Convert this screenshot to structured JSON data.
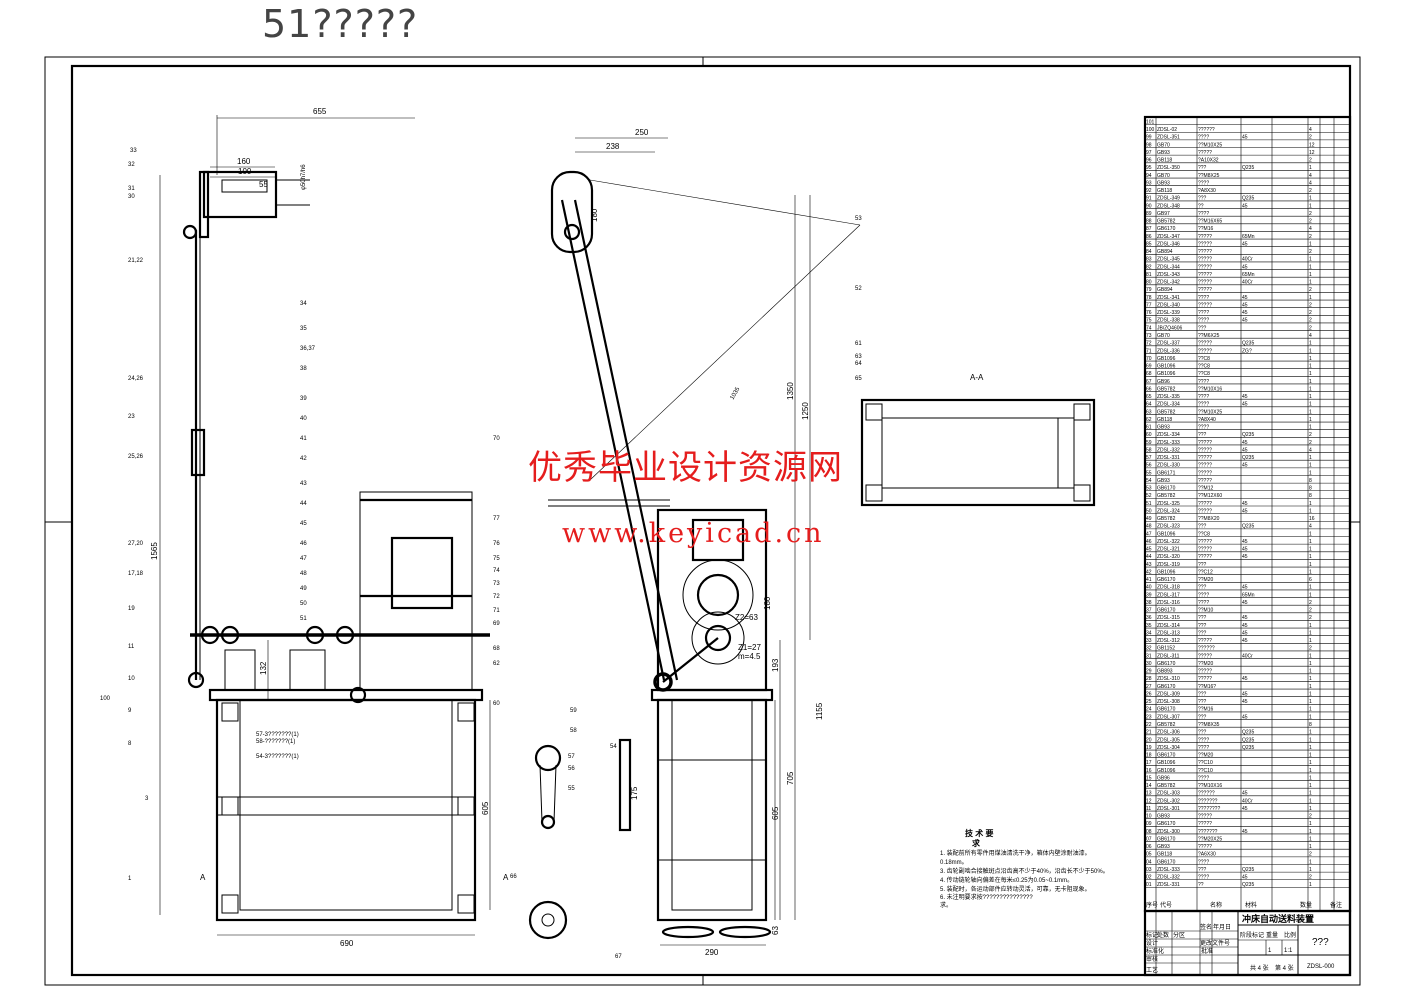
{
  "header": {
    "title": "51?????"
  },
  "watermark": {
    "line1": "优秀毕业设计资源网",
    "line2": "www.keyicad.cn"
  },
  "dimensions": {
    "left": [
      "655",
      "160",
      "100",
      "55",
      "φ50h7/h6",
      "1565",
      "132",
      "605",
      "690"
    ],
    "middle": [
      "250",
      "238",
      "1035",
      "1350",
      "1250",
      "180",
      "193",
      "1155",
      "705",
      "605",
      "63",
      "290",
      "175",
      "180"
    ],
    "gear": [
      "Z2=63",
      "Z1=27",
      "m=4.5"
    ]
  },
  "section_labels": {
    "aa": "A-A",
    "a_left": "A",
    "a_right": "A"
  },
  "callouts": [
    "33",
    "32",
    "31",
    "30",
    "21,22",
    "24,26",
    "23",
    "25,26",
    "27,20",
    "17,18",
    "19",
    "11",
    "10",
    "9",
    "8",
    "3",
    "1",
    "34",
    "35",
    "36,37",
    "38",
    "39",
    "40",
    "41",
    "42",
    "43",
    "44",
    "45",
    "46",
    "47",
    "48",
    "49",
    "50",
    "51",
    "70",
    "77",
    "76",
    "75",
    "74",
    "73",
    "72",
    "71",
    "69",
    "68",
    "62",
    "60",
    "59",
    "58",
    "57",
    "56",
    "55",
    "54",
    "53",
    "52",
    "61",
    "63",
    "64",
    "65",
    "66",
    "67",
    "100"
  ],
  "notes": [
    "57-3???????(1)",
    "58-???????(1)",
    "54-3???????(1)"
  ],
  "tech_requirements": {
    "title": "技 术 要",
    "title2": "求",
    "items": [
      "1. 装配前所有零件用煤油清洗干净，箱体内壁涂耐油漆。",
      "0.18mm。",
      "3. 齿轮副啮合接触斑点沿齿高不少于40%，沿齿长不少于50%。",
      "4. 传动链轮轴向偏差在每米≤0.25为0.05~0.1mm。",
      "5. 装配时，各运动部件应转动灵活，可靠，无卡阻现象。",
      "6. 未注明要求按???????????????",
      "求。"
    ]
  },
  "parts_list": {
    "rows": [
      [
        "101",
        "",
        "",
        "",
        "",
        ""
      ],
      [
        "100",
        "ZDSL-02",
        "??????",
        "",
        "4",
        ""
      ],
      [
        "99",
        "ZDSL-351",
        "????",
        "45",
        "2",
        ""
      ],
      [
        "98",
        "GB70",
        "??M10X25",
        "",
        "12",
        ""
      ],
      [
        "97",
        "GB93",
        "?????",
        "",
        "12",
        ""
      ],
      [
        "96",
        "GB118",
        "?A10X32",
        "",
        "2",
        ""
      ],
      [
        "95",
        "ZDSL-350",
        "???",
        "Q235",
        "1",
        ""
      ],
      [
        "94",
        "GB70",
        "??M8X25",
        "",
        "4",
        ""
      ],
      [
        "93",
        "GB93",
        "????",
        "",
        "4",
        ""
      ],
      [
        "92",
        "GB118",
        "?A8X30",
        "",
        "2",
        ""
      ],
      [
        "91",
        "ZDSL-349",
        "???",
        "Q235",
        "1",
        ""
      ],
      [
        "90",
        "ZDSL-348",
        "??",
        "45",
        "1",
        ""
      ],
      [
        "89",
        "GB97",
        "????",
        "",
        "2",
        ""
      ],
      [
        "88",
        "GB5782",
        "??M16X65",
        "",
        "2",
        ""
      ],
      [
        "87",
        "GB6170",
        "??M16",
        "",
        "4",
        ""
      ],
      [
        "86",
        "ZDSL-347",
        "?????",
        "65Mn",
        "2",
        ""
      ],
      [
        "85",
        "ZDSL-346",
        "?????",
        "45",
        "1",
        ""
      ],
      [
        "84",
        "GB894",
        "?????",
        "",
        "2",
        ""
      ],
      [
        "83",
        "ZDSL-345",
        "?????",
        "40Cr",
        "1",
        ""
      ],
      [
        "82",
        "ZDSL-344",
        "?????",
        "45",
        "1",
        ""
      ],
      [
        "81",
        "ZDSL-343",
        "?????",
        "65Mn",
        "1",
        ""
      ],
      [
        "80",
        "ZDSL-342",
        "?????",
        "40Cr",
        "1",
        ""
      ],
      [
        "79",
        "GB894",
        "?????",
        "",
        "2",
        ""
      ],
      [
        "78",
        "ZDSL-341",
        "????",
        "45",
        "1",
        ""
      ],
      [
        "77",
        "ZDSL-340",
        "?????",
        "45",
        "2",
        ""
      ],
      [
        "76",
        "ZDSL-339",
        "????",
        "45",
        "2",
        ""
      ],
      [
        "75",
        "ZDSL-338",
        "????",
        "45",
        "2",
        ""
      ],
      [
        "74",
        "JB/ZQ4606",
        "???",
        "",
        "2",
        ""
      ],
      [
        "73",
        "GB70",
        "??M6X25",
        "",
        "4",
        ""
      ],
      [
        "72",
        "ZDSL-337",
        "?????",
        "Q235",
        "1",
        ""
      ],
      [
        "71",
        "ZDSL-336",
        "?????",
        "ZG?",
        "1",
        ""
      ],
      [
        "70",
        "GB1096",
        "??C8",
        "",
        "1",
        ""
      ],
      [
        "69",
        "GB1096",
        "??C8",
        "",
        "1",
        ""
      ],
      [
        "68",
        "GB1096",
        "??C8",
        "",
        "1",
        ""
      ],
      [
        "67",
        "GB96",
        "????",
        "",
        "1",
        ""
      ],
      [
        "66",
        "GB5782",
        "??M10X16",
        "",
        "1",
        ""
      ],
      [
        "65",
        "ZDSL-335",
        "????",
        "45",
        "1",
        ""
      ],
      [
        "64",
        "ZDSL-334",
        "????",
        "45",
        "1",
        ""
      ],
      [
        "63",
        "GB5782",
        "??M10X25",
        "",
        "1",
        ""
      ],
      [
        "62",
        "GB118",
        "?A8X40",
        "",
        "1",
        ""
      ],
      [
        "61",
        "GB93",
        "????",
        "",
        "1",
        ""
      ],
      [
        "60",
        "ZDSL-334",
        "???",
        "Q235",
        "2",
        ""
      ],
      [
        "59",
        "ZDSL-333",
        "?????",
        "45",
        "2",
        ""
      ],
      [
        "58",
        "ZDSL-332",
        "?????",
        "45",
        "4",
        ""
      ],
      [
        "57",
        "ZDSL-331",
        "?????",
        "Q235",
        "1",
        ""
      ],
      [
        "56",
        "ZDSL-330",
        "?????",
        "45",
        "1",
        ""
      ],
      [
        "55",
        "GB6171",
        "?????",
        "",
        "1",
        ""
      ],
      [
        "54",
        "GB93",
        "?????",
        "",
        "8",
        ""
      ],
      [
        "53",
        "GB6170",
        "??M12",
        "",
        "8",
        ""
      ],
      [
        "52",
        "GB5782",
        "??M12X60",
        "",
        "8",
        ""
      ],
      [
        "51",
        "ZDSL-325",
        "?????",
        "45",
        "1",
        ""
      ],
      [
        "50",
        "ZDSL-324",
        "?????",
        "45",
        "1",
        ""
      ],
      [
        "49",
        "GB5782",
        "??M8X20",
        "",
        "16",
        ""
      ],
      [
        "48",
        "ZDSL-323",
        "???",
        "Q235",
        "4",
        ""
      ],
      [
        "47",
        "GB1096",
        "??C8",
        "",
        "1",
        ""
      ],
      [
        "46",
        "ZDSL-322",
        "?????",
        "45",
        "1",
        ""
      ],
      [
        "45",
        "ZDSL-321",
        "?????",
        "45",
        "1",
        ""
      ],
      [
        "44",
        "ZDSL-320",
        "?????",
        "45",
        "1",
        ""
      ],
      [
        "43",
        "ZDSL-319",
        "???",
        "",
        "1",
        ""
      ],
      [
        "42",
        "GB1096",
        "??C12",
        "",
        "1",
        ""
      ],
      [
        "41",
        "GB6170",
        "??M20",
        "",
        "6",
        ""
      ],
      [
        "40",
        "ZDSL-318",
        "???",
        "45",
        "1",
        ""
      ],
      [
        "39",
        "ZDSL-317",
        "????",
        "65Mn",
        "1",
        ""
      ],
      [
        "38",
        "ZDSL-316",
        "????",
        "45",
        "2",
        ""
      ],
      [
        "37",
        "GB6170",
        "??M10",
        "",
        "2",
        ""
      ],
      [
        "36",
        "ZDSL-315",
        "???",
        "45",
        "2",
        ""
      ],
      [
        "35",
        "ZDSL-314",
        "???",
        "45",
        "1",
        ""
      ],
      [
        "34",
        "ZDSL-313",
        "???",
        "45",
        "1",
        ""
      ],
      [
        "33",
        "ZDSL-312",
        "?????",
        "45",
        "1",
        ""
      ],
      [
        "32",
        "GB1152",
        "??????",
        "",
        "2",
        ""
      ],
      [
        "31",
        "ZDSL-311",
        "?????",
        "40Cr",
        "1",
        ""
      ],
      [
        "30",
        "GB6170",
        "??M20",
        "",
        "1",
        ""
      ],
      [
        "29",
        "GB893",
        "?????",
        "",
        "1",
        ""
      ],
      [
        "28",
        "ZDSL-310",
        "?????",
        "45",
        "1",
        ""
      ],
      [
        "27",
        "GB6170",
        "??M16?",
        "",
        "1",
        ""
      ],
      [
        "26",
        "ZDSL-309",
        "???",
        "45",
        "1",
        ""
      ],
      [
        "25",
        "ZDSL-308",
        "???",
        "45",
        "1",
        ""
      ],
      [
        "24",
        "GB6170",
        "??M16",
        "",
        "1",
        ""
      ],
      [
        "23",
        "ZDSL-307",
        "???",
        "45",
        "1",
        ""
      ],
      [
        "22",
        "GB5782",
        "??M8X35",
        "",
        "8",
        ""
      ],
      [
        "21",
        "ZDSL-306",
        "???",
        "Q235",
        "1",
        ""
      ],
      [
        "20",
        "ZDSL-305",
        "????",
        "Q235",
        "1",
        ""
      ],
      [
        "19",
        "ZDSL-304",
        "????",
        "Q235",
        "1",
        ""
      ],
      [
        "18",
        "GB6170",
        "??M20",
        "",
        "1",
        ""
      ],
      [
        "17",
        "GB1096",
        "??C10",
        "",
        "1",
        ""
      ],
      [
        "16",
        "GB1096",
        "??C10",
        "",
        "1",
        ""
      ],
      [
        "15",
        "GB96",
        "????",
        "",
        "1",
        ""
      ],
      [
        "14",
        "GB5782",
        "??M10X16",
        "",
        "1",
        ""
      ],
      [
        "13",
        "ZDSL-303",
        "??????",
        "45",
        "1",
        ""
      ],
      [
        "12",
        "ZDSL-302",
        "???????",
        "40Cr",
        "1",
        ""
      ],
      [
        "11",
        "ZDSL-301",
        "????????",
        "45",
        "1",
        ""
      ],
      [
        "10",
        "GB93",
        "?????",
        "",
        "2",
        ""
      ],
      [
        "09",
        "GB6170",
        "?????",
        "",
        "1",
        ""
      ],
      [
        "08",
        "ZDSL-300",
        "???????",
        "45",
        "1",
        ""
      ],
      [
        "07",
        "GB6170",
        "??M20X25",
        "",
        "1",
        ""
      ],
      [
        "06",
        "GB93",
        "?????",
        "",
        "1",
        ""
      ],
      [
        "05",
        "GB118",
        "?A6X30",
        "",
        "2",
        ""
      ],
      [
        "04",
        "GB6170",
        "????",
        "",
        "1",
        ""
      ],
      [
        "03",
        "ZDSL-333",
        "???",
        "Q235",
        "1",
        ""
      ],
      [
        "02",
        "ZDSL-332",
        "????",
        "45",
        "2",
        ""
      ],
      [
        "01",
        "ZDSL-331",
        "??",
        "Q235",
        "1",
        ""
      ]
    ],
    "header": [
      "序号",
      "代号",
      "名称",
      "材料",
      "数量",
      "备注"
    ]
  },
  "title_block": {
    "drawing_name": "冲床自动送料装置",
    "company": "???",
    "drawing_no": "ZDSL-000",
    "scale": "1:1",
    "qty": "1",
    "sheets": "共 4 张",
    "sheet_no": "第 4 张",
    "labels": [
      "标记",
      "处数",
      "分区",
      "更改文件号",
      "签名",
      "年月日",
      "设计",
      "标准化",
      "阶段标记",
      "重量",
      "比例",
      "审核",
      "工艺",
      "批准"
    ]
  }
}
